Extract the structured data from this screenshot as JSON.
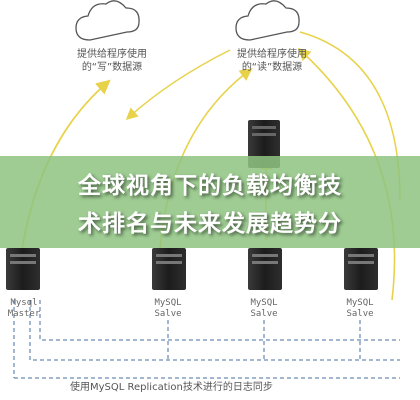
{
  "top_left_caption": [
    "提供给程序使用",
    "的“写”数据源"
  ],
  "top_right_caption": [
    "提供给程序使用",
    "的“读”数据源"
  ],
  "servers": [
    {
      "line1": "Mysql",
      "line2": "Master"
    },
    {
      "line1": "MySQL",
      "line2": "Salve"
    },
    {
      "line1": "MySQL",
      "line2": "Salve"
    },
    {
      "line1": "MySQL",
      "line2": "Salve"
    }
  ],
  "banner": {
    "line1": "全球视角下的负载均衡技",
    "line2": "术排名与未来发展趋势分"
  },
  "footer": "使用MySQL Replication技术进行的日志同步",
  "colors": {
    "banner": "#8ec480",
    "arrow": "#e8d24a",
    "dashed": "#4a6fa5"
  }
}
